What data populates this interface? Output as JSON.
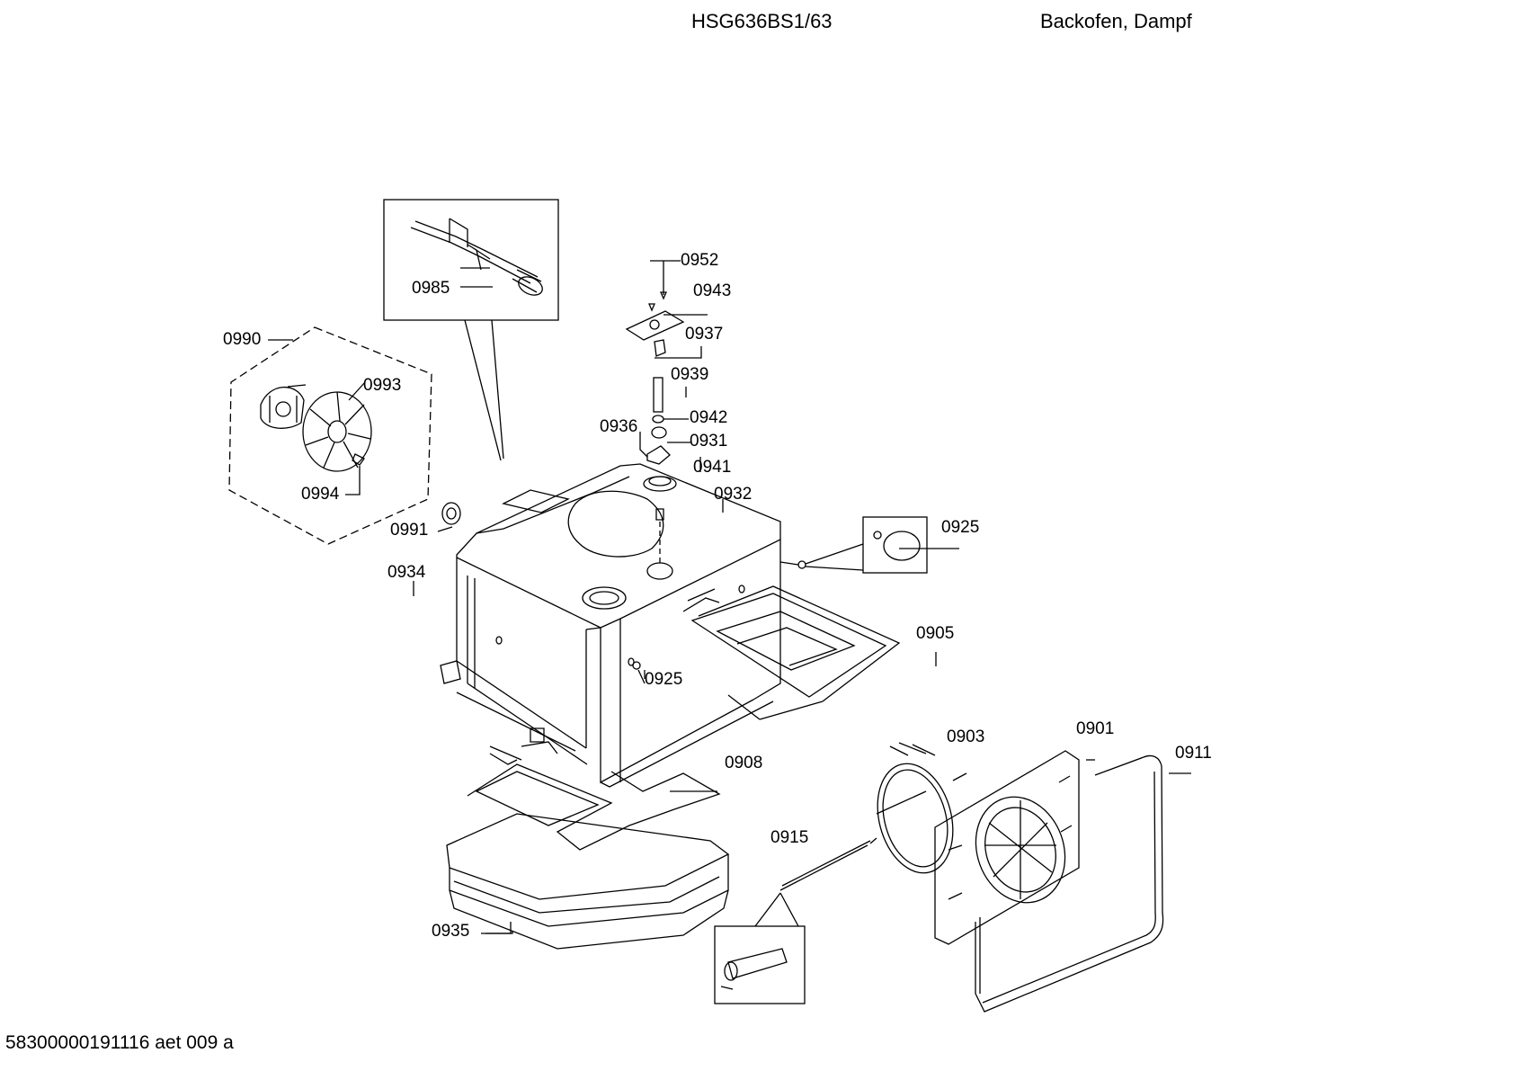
{
  "header": {
    "model": "HSG636BS1/63",
    "category": "Backofen, Dampf"
  },
  "footer": {
    "doc_id": "58300000191116 aet 009 a"
  },
  "part_labels": [
    "0952",
    "0943",
    "0937",
    "0939",
    "0942",
    "0936",
    "0931",
    "0941",
    "0932",
    "0925",
    "0985",
    "0990",
    "0993",
    "0994",
    "0991",
    "0934",
    "0925",
    "0905",
    "0903",
    "0901",
    "0911",
    "0908",
    "0915",
    "0935"
  ]
}
